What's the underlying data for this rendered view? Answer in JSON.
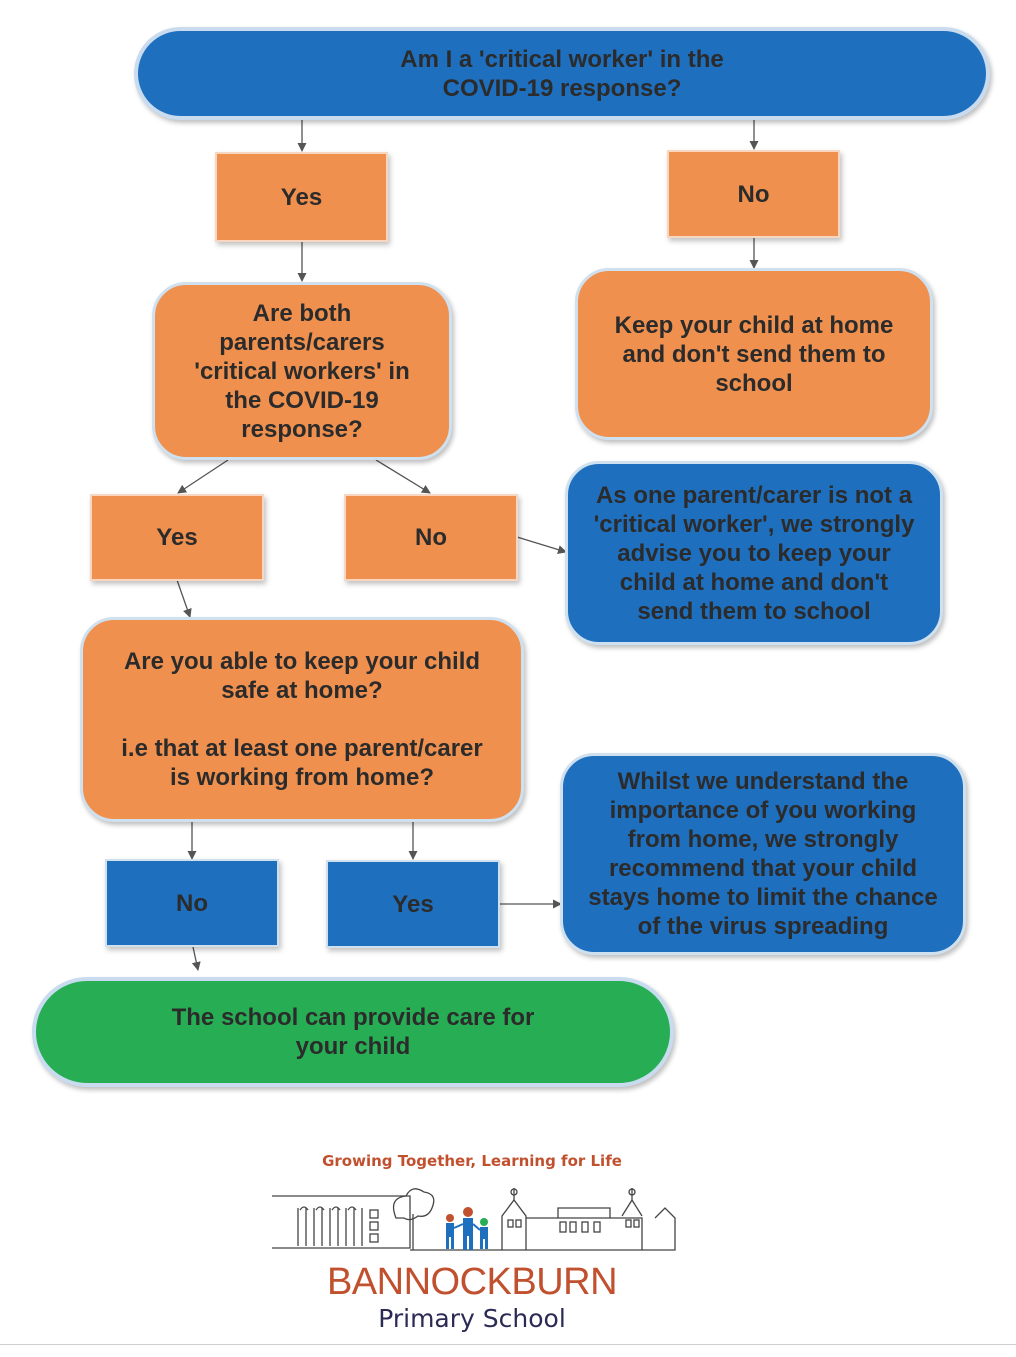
{
  "flowchart": {
    "question_main": "Am I a 'critical worker' in the\nCOVID-19 response?",
    "yes_1": "Yes",
    "no_1": "No",
    "question_both": "Are both\nparents/carers\n'critical workers' in\nthe COVID-19\nresponse?",
    "keep_home": "Keep your child at home\nand don't send them to\nschool",
    "yes_2": "Yes",
    "no_2": "No",
    "one_parent_advice": "As one parent/carer is not a\n'critical worker', we strongly\nadvise you to keep your\nchild at home and don't\nsend them to school",
    "question_safe": "Are you able to keep your child\nsafe at home?\n\ni.e that at least one parent/carer\nis working from home?",
    "no_3": "No",
    "yes_3": "Yes",
    "whilst_advice": "Whilst we understand the\nimportance of you working\nfrom home, we strongly\nrecommend that your child\nstays home to limit the chance\nof the virus spreading",
    "school_care": "The school can provide care for\nyour child"
  },
  "logo": {
    "tagline": "Growing Together, Learning for Life",
    "name": "BANNOCKBURN",
    "subtitle": "Primary School"
  },
  "colors": {
    "orange": "#f0904e",
    "blue": "#1f6fbf",
    "green": "#27ae55",
    "logo_red": "#c1502e",
    "logo_navy": "#2a2a55"
  }
}
